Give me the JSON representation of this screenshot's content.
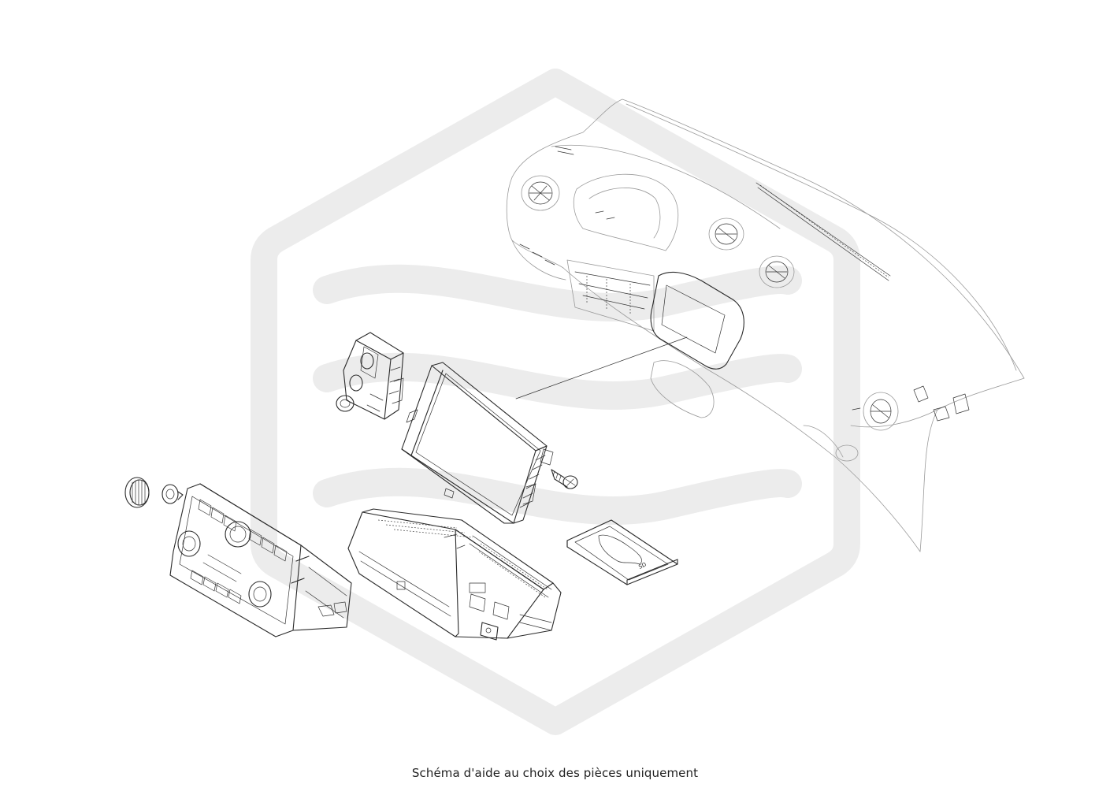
{
  "caption": "Schéma d'aide au choix des pièces uniquement",
  "sd_card_label": "SD",
  "watermark": {
    "color": "#ececec"
  },
  "parts": [
    {
      "name": "dashboard",
      "icon": "dashboard-icon"
    },
    {
      "name": "control-switch-module",
      "icon": "switch-module-icon"
    },
    {
      "name": "touchscreen-display",
      "icon": "screen-icon"
    },
    {
      "name": "screw",
      "icon": "screw-icon"
    },
    {
      "name": "knob-cap",
      "icon": "knob-icon"
    },
    {
      "name": "nut",
      "icon": "nut-icon"
    },
    {
      "name": "climate-control-panel",
      "icon": "climate-panel-icon"
    },
    {
      "name": "radio-unit",
      "icon": "radio-unit-icon"
    },
    {
      "name": "sd-card",
      "icon": "sd-card-icon"
    }
  ]
}
